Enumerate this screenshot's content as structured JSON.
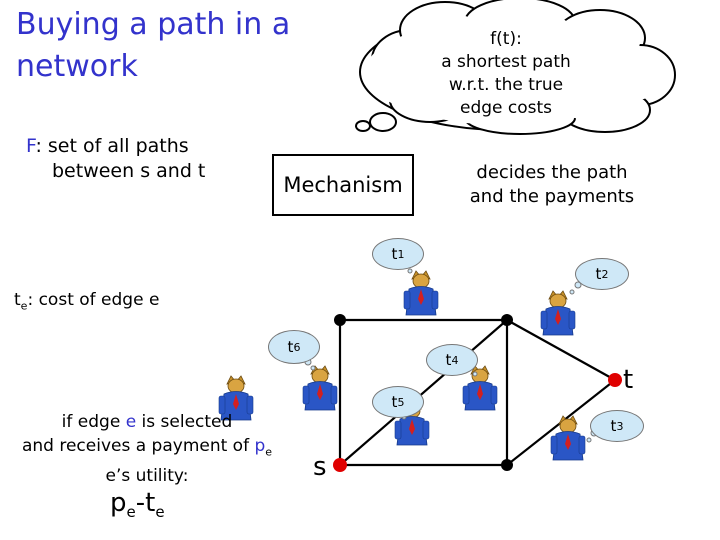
{
  "title": "Buying a path in a\nnetwork",
  "set_f": {
    "symbol": "F",
    "line1_rest": ": set of all paths",
    "line2": "between s and t"
  },
  "thought_cloud": {
    "line1": "f(t):",
    "line2": "a shortest path",
    "line3": "w.r.t. the true",
    "line4": "edge costs"
  },
  "mechanism_label": "Mechanism",
  "decides": {
    "line1": "decides the path",
    "line2": "and the payments"
  },
  "cost_def": {
    "t": "t",
    "sub": "e",
    "rest": ": cost of edge e"
  },
  "if_edge": {
    "line1_a": "if edge ",
    "line1_e": "e",
    "line1_b": " is selected",
    "line2_a": "and receives a payment of ",
    "line2_p": "p",
    "line2_sub": "e",
    "line3": "e’s utility:"
  },
  "utility": {
    "p": "p",
    "p_sub": "e",
    "minus": "-",
    "t": "t",
    "t_sub": "e"
  },
  "nodes": {
    "s_label": "s",
    "t_label": "t"
  },
  "agents": [
    {
      "t": "t",
      "sub": "1"
    },
    {
      "t": "t",
      "sub": "2"
    },
    {
      "t": "t",
      "sub": "3"
    },
    {
      "t": "t",
      "sub": "4"
    },
    {
      "t": "t",
      "sub": "5"
    },
    {
      "t": "t",
      "sub": "6"
    }
  ],
  "colors": {
    "accent_blue": "#3333cc",
    "cloud_fill": "#ffffff",
    "bubble_fill": "#cfe8f7",
    "suit_blue": "#2a56c6",
    "node_red": "#e00000"
  }
}
